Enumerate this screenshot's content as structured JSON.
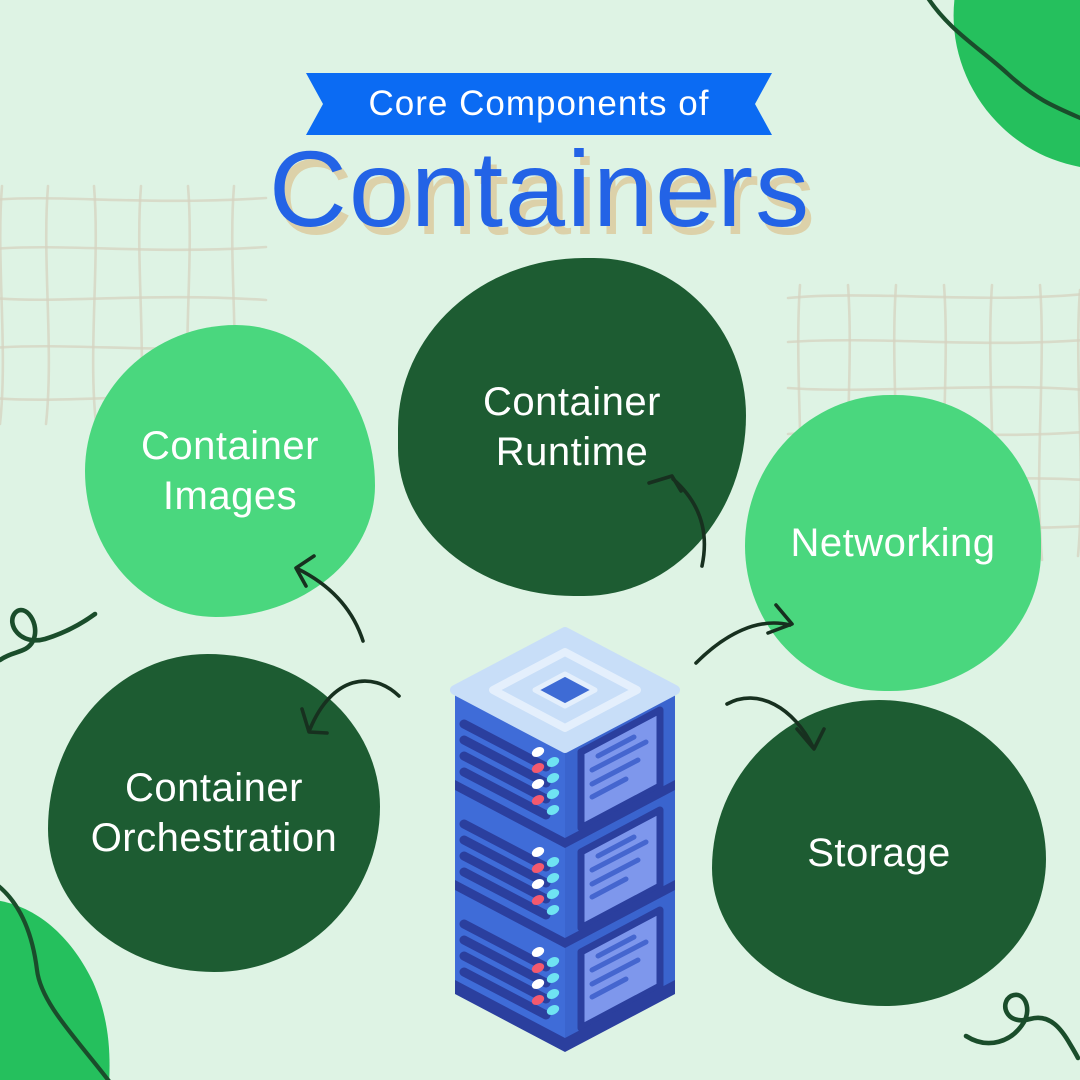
{
  "header": {
    "ribbon_label": "Core Components of",
    "title": "Containers"
  },
  "components": [
    {
      "id": "container-images",
      "label": "Container Images",
      "variant": "light"
    },
    {
      "id": "container-runtime",
      "label": "Container Runtime",
      "variant": "dark"
    },
    {
      "id": "networking",
      "label": "Networking",
      "variant": "light"
    },
    {
      "id": "container-orchestration",
      "label": "Container Orchestration",
      "variant": "dark"
    },
    {
      "id": "storage",
      "label": "Storage",
      "variant": "dark"
    }
  ],
  "illustration": {
    "icon": "isometric-server-stack-icon",
    "units": 3
  },
  "decorations": [
    "wavy-grid-left",
    "wavy-grid-right",
    "corner-blob-top-right",
    "corner-blob-bottom-left",
    "squiggle-left",
    "squiggle-bottom-right",
    "hand-drawn-arrows"
  ],
  "colors": {
    "background": "#DEF3E4",
    "blob_light": "#4AD77E",
    "blob_dark": "#1D5C32",
    "corner_green": "#25C05D",
    "ribbon_blue": "#0B6BF3",
    "title_blue": "#2363E6",
    "title_shadow": "#DCD1A9",
    "grid_line": "#D6D3C0",
    "dark_line": "#1A4D2B",
    "arrow": "#17301F",
    "server_blue": "#3E6BD5",
    "server_navy": "#2B3F9E",
    "server_lid": "#C8DEF8",
    "server_screen": "#7E97EC"
  }
}
